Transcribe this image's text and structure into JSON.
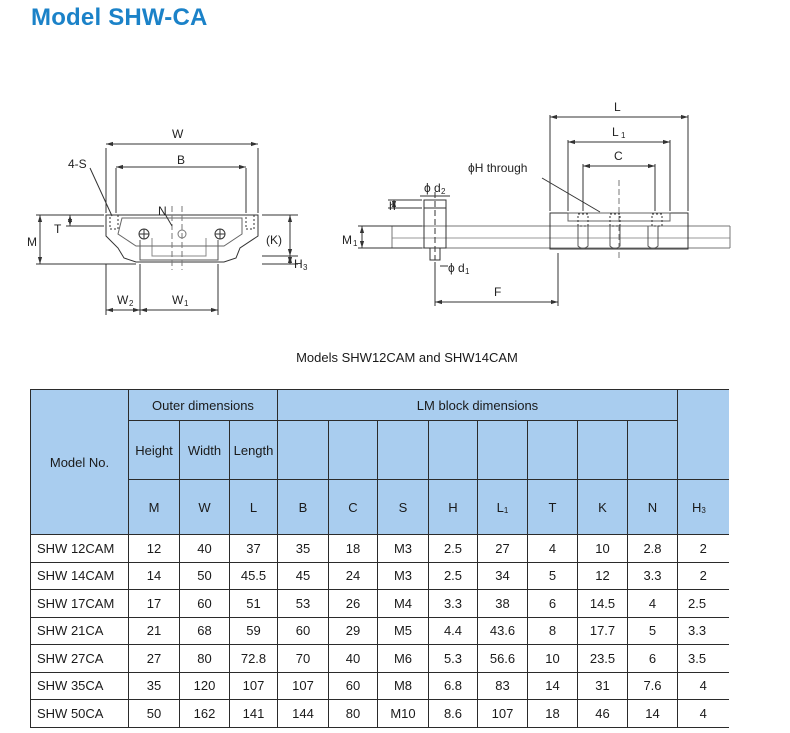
{
  "page": {
    "title": "Model SHW-CA"
  },
  "drawing": {
    "front": {
      "labels": {
        "W": "W",
        "B": "B",
        "S": "4-S",
        "N": "N",
        "T": "T",
        "M": "M",
        "K": "(K)",
        "H3": "H",
        "H3_sub": "3",
        "W2": "W",
        "W2_sub": "2",
        "W1": "W",
        "W1_sub": "1"
      }
    },
    "side": {
      "labels": {
        "L": "L",
        "L1": "L",
        "L1_sub": "1",
        "C": "C",
        "H": "ϕH through",
        "d2": "ϕ d",
        "d2_sub": "2",
        "h": "h",
        "M1": "M",
        "M1_sub": "1",
        "d1": "ϕ d",
        "d1_sub": "1",
        "F": "F"
      }
    }
  },
  "caption": "Models SHW12CAM and SHW14CAM",
  "table": {
    "header": {
      "model_no": "Model No.",
      "outer_group": "Outer dimensions",
      "lm_group": "LM block dimensions",
      "height": "Height",
      "width": "Width",
      "length": "Length",
      "sym": {
        "M": "M",
        "W": "W",
        "L": "L",
        "B": "B",
        "C": "C",
        "S": "S",
        "H": "H",
        "L1": "L",
        "L1_sub": "1",
        "T": "T",
        "K": "K",
        "N": "N",
        "H3": "H",
        "H3_sub": "3"
      }
    },
    "rows": [
      [
        "SHW 12CAM",
        "12",
        "40",
        "37",
        "35",
        "18",
        "M3",
        "2.5",
        "27",
        "4",
        "10",
        "2.8",
        "2"
      ],
      [
        "SHW 14CAM",
        "14",
        "50",
        "45.5",
        "45",
        "24",
        "M3",
        "2.5",
        "34",
        "5",
        "12",
        "3.3",
        "2"
      ],
      [
        "SHW 17CAM",
        "17",
        "60",
        "51",
        "53",
        "26",
        "M4",
        "3.3",
        "38",
        "6",
        "14.5",
        "4",
        "2.5"
      ],
      [
        "SHW 21CA",
        "21",
        "68",
        "59",
        "60",
        "29",
        "M5",
        "4.4",
        "43.6",
        "8",
        "17.7",
        "5",
        "3.3"
      ],
      [
        "SHW 27CA",
        "27",
        "80",
        "72.8",
        "70",
        "40",
        "M6",
        "5.3",
        "56.6",
        "10",
        "23.5",
        "6",
        "3.5"
      ],
      [
        "SHW 35CA",
        "35",
        "120",
        "107",
        "107",
        "60",
        "M8",
        "6.8",
        "83",
        "14",
        "31",
        "7.6",
        "4"
      ],
      [
        "SHW 50CA",
        "50",
        "162",
        "141",
        "144",
        "80",
        "M10",
        "8.6",
        "107",
        "18",
        "46",
        "14",
        "4"
      ]
    ]
  }
}
